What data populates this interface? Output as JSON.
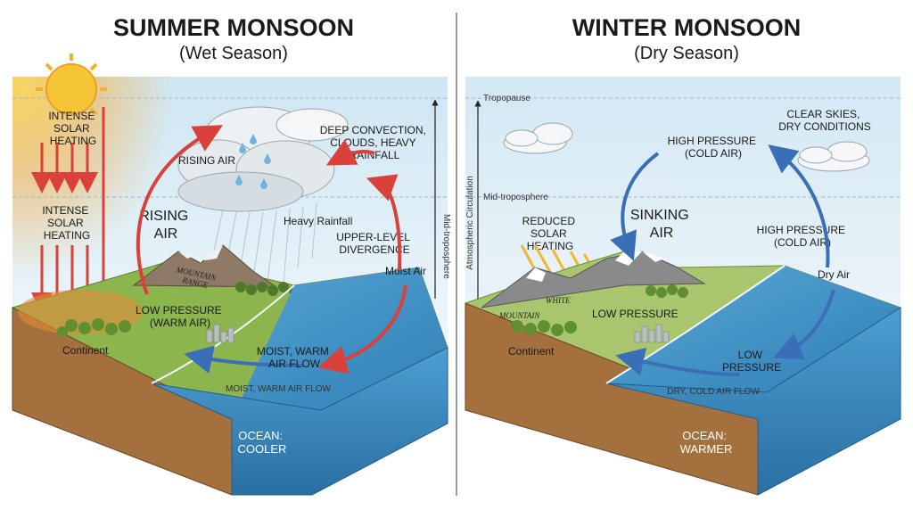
{
  "summer": {
    "title": "SUMMER MONSOON",
    "subtitle": "(Wet Season)",
    "solar_1": [
      "INTENSE",
      "SOLAR",
      "HEATING"
    ],
    "solar_2": [
      "INTENSE",
      "SOLAR",
      "HEATING"
    ],
    "rising_air_small": "RISING AIR",
    "rising_air_big": [
      "RISING",
      "AIR"
    ],
    "deep_convection": [
      "DEEP CONVECTION,",
      "CLOUDS, HEAVY",
      "RAINFALL"
    ],
    "heavy_rainfall": "Heavy Rainfall",
    "upper_level": [
      "UPPER-LEVEL",
      "DIVERGENCE"
    ],
    "mid_troposphere": "Mid-troposphere",
    "mountain": [
      "MOUNTAIN",
      "RANGE"
    ],
    "moist_air": "Moist Air",
    "low_pressure": [
      "LOW PRESSURE",
      "(WARM AIR)"
    ],
    "continent": "Continent",
    "moist_warm_flow_1": [
      "MOIST, WARM",
      "AIR FLOW"
    ],
    "moist_warm_flow_2": "MOIST, WARM AIR FLOW",
    "ocean": [
      "OCEAN:",
      "COOLER"
    ]
  },
  "winter": {
    "title": "WINTER MONSOON",
    "subtitle": "(Dry Season)",
    "tropopause": "Tropopause",
    "mid_troposphere": "Mid-troposphere",
    "axis_label": "Atmospheric Circulation",
    "clear_skies": [
      "CLEAR SKIES,",
      "DRY CONDITIONS"
    ],
    "high_pressure_1": [
      "HIGH PRESSURE",
      "(COLD AIR)"
    ],
    "sinking_air": [
      "SINKING",
      "AIR"
    ],
    "high_pressure_2": [
      "HIGH PRESSURE",
      "(COLD AIR)"
    ],
    "reduced_solar": [
      "REDUCED",
      "SOLAR",
      "HEATING"
    ],
    "dry_air": "Dry Air",
    "mountain_1": "MOUNTAIN",
    "mountain_2": "WHITE",
    "low_pressure": "LOW PRESSURE",
    "continent": "Continent",
    "low_pressure_ocean": [
      "LOW",
      "PRESSURE"
    ],
    "dry_cold_flow": "DRY, COLD AIR FLOW",
    "ocean": [
      "OCEAN:",
      "WARMER"
    ]
  },
  "colors": {
    "summer_arrow": "#d9413a",
    "winter_arrow": "#3a6fb8",
    "ocean": "#3f8fc4",
    "land": "#8db54e",
    "soil": "#a4703d",
    "sky": "#d8ecf6"
  }
}
